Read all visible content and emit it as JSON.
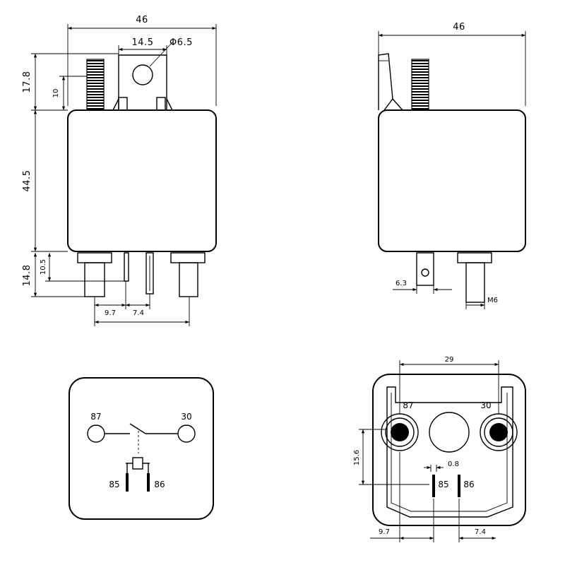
{
  "front_view": {
    "width": "46",
    "tab_spacing": "14.5",
    "hole_dia": "Φ6.5",
    "tab_height": "17.8",
    "spring_height": "10",
    "body_height": "44.5",
    "pin_length": "14.8",
    "pin_short": "10.5",
    "offset_a": "9.7",
    "offset_b": "7.4"
  },
  "side_view": {
    "width": "46",
    "tab_width": "6.3",
    "stud": "M6"
  },
  "schematic": {
    "t87": "87",
    "t30": "30",
    "t85": "85",
    "t86": "86"
  },
  "bottom_view": {
    "spacing": "29",
    "t87": "87",
    "t30": "30",
    "height": "15.6",
    "gap": "0.8",
    "t85": "85",
    "t86": "86",
    "offset_a": "9.7",
    "offset_b": "7.4"
  }
}
